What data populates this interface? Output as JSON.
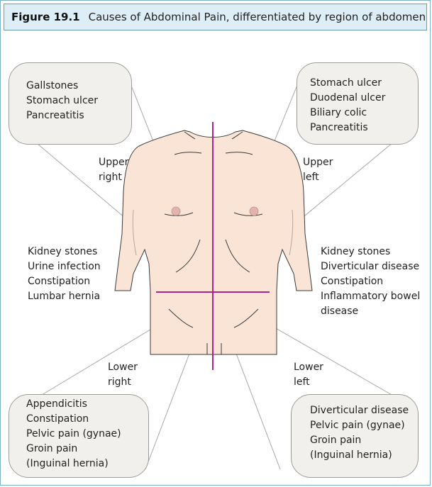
{
  "header": {
    "figure_label": "Figure 19.1",
    "title": "Causes of Abdominal Pain, differentiated by region of abdomen"
  },
  "boxes": {
    "upper_right": [
      "Gallstones",
      "Stomach ulcer",
      "Pancreatitis"
    ],
    "upper_left": [
      "Stomach ulcer",
      "Duodenal ulcer",
      "Biliary colic",
      "Pancreatitis"
    ],
    "lower_right": [
      "Appendicitis",
      "Constipation",
      "Pelvic pain (gynae)",
      "Groin pain",
      "(Inguinal hernia)"
    ],
    "lower_left": [
      "Diverticular disease",
      "Pelvic pain (gynae)",
      "Groin pain",
      "(Inguinal hernia)"
    ]
  },
  "regions": {
    "upper_right": [
      "Upper",
      "right"
    ],
    "upper_left": [
      "Upper",
      "left"
    ],
    "lower_right": [
      "Lower",
      "right"
    ],
    "lower_left": [
      "Lower",
      "left"
    ]
  },
  "side_lists": {
    "right_side": [
      "Kidney stones",
      "Urine infection",
      "Constipation",
      "Lumbar hernia"
    ],
    "left_side": [
      "Kidney stones",
      "Diverticular disease",
      "Constipation",
      "Inflammatory bowel",
      "disease"
    ]
  },
  "colors": {
    "skin": "#f9e4d6",
    "skin_outline": "#3a3a3a",
    "midline": "#b0228c",
    "nipple": "#e3b3ae",
    "box_fill": "#f1f0ec",
    "leader_line": "#a8a8a8",
    "header_fill": "#deeef6"
  }
}
